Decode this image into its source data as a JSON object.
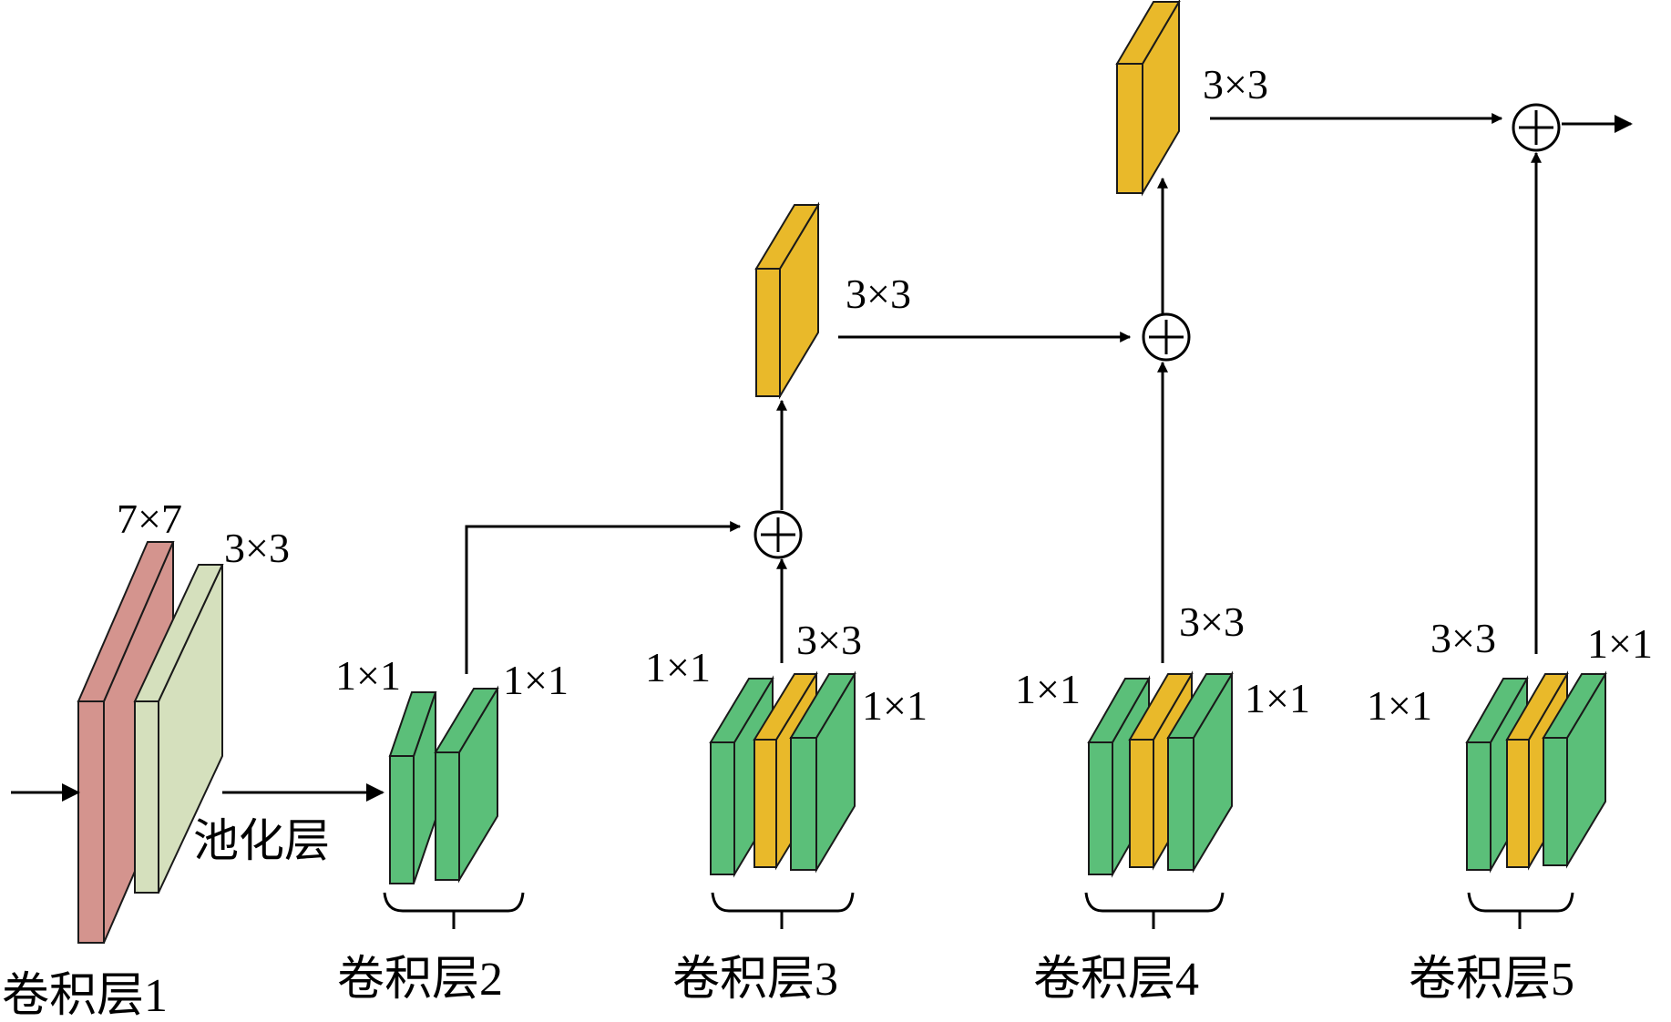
{
  "colors": {
    "conv1_kernel": "#d4948e",
    "pool_kernel": "#d5e0bd",
    "kernel_1x1": "#5bbf79",
    "kernel_3x3": "#e9b92a",
    "line": "#000000"
  },
  "labels": {
    "k7x7": "7×7",
    "k3x3": "3×3",
    "k1x1": "1×1",
    "pool": "池化层",
    "conv1": "卷积层1",
    "conv2": "卷积层2",
    "conv3": "卷积层3",
    "conv4": "卷积层4",
    "conv5": "卷积层5",
    "plus": "+"
  }
}
